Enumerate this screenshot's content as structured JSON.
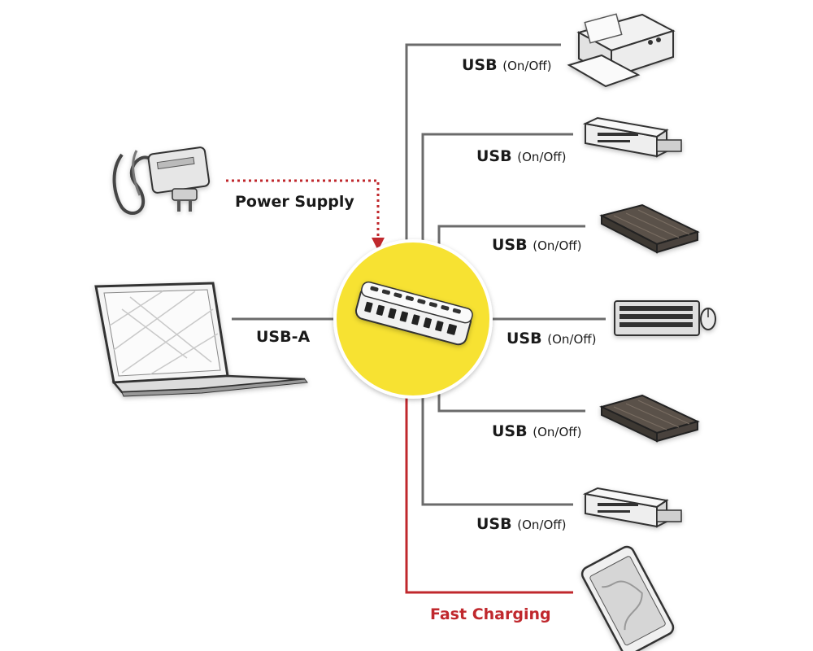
{
  "labels": {
    "power_supply": "Power Supply",
    "usb_a": "USB-A",
    "fast_charging": "Fast Charging",
    "usb_prefix": "USB",
    "usb_suffix": "(On/Off)"
  },
  "devices": [
    {
      "icon": "printer-icon"
    },
    {
      "icon": "card-reader-icon"
    },
    {
      "icon": "hard-drive-icon"
    },
    {
      "icon": "keyboard-mouse-icon"
    },
    {
      "icon": "hard-drive-icon"
    },
    {
      "icon": "card-reader-icon"
    },
    {
      "icon": "smartphone-icon"
    }
  ],
  "colors": {
    "hub_circle": "#f7e231",
    "line": "#6b6b6b",
    "accent_red": "#c0282d"
  }
}
